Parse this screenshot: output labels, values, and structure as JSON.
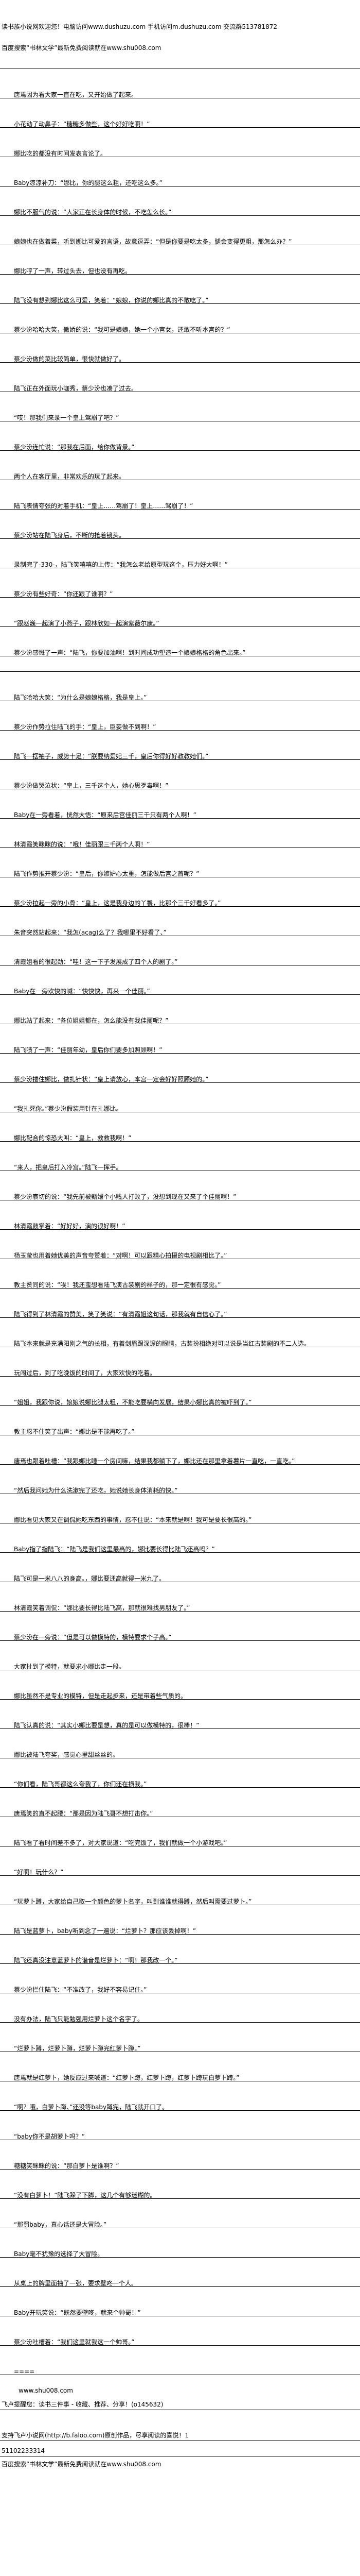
{
  "header": {
    "welcome": "读书族小说网欢迎您！电脑访问www.dushuzu.com 手机访问m.dushuzu.com 交流群513781872",
    "search_tip": "百度搜索“书林文学”最新免费阅读就在www.shu008.com"
  },
  "paragraphs": [
    "唐焉因为看大家一直在吃，又开始做了起来。",
    "小花动了动鼻子：“糖糖多做些，这个好好吃啊！”",
    "娜比吃的都没有时间发表言论了。",
    "Baby凉凉补刀：“娜比，你的腿这么粗，还吃这么多。”",
    "娜比不服气的说：“人家正在长身体的时候，不吃怎么长。”",
    "娘娘也在做着菜，听到娜比可爱的言语，故意逗弄：“但是你要是吃太多，腿会变得更粗，那怎么办？”",
    "娜比哼了一声，转过头去，但也没有再吃。",
    "陆飞没有想到娜比这么可爱，笑着：“娘娘，你说的娜比真的不敢吃了。”",
    "蔡少汾哈哈大笑，傲娇的说：“我可是娘娘，她一个小宫女，还敢不听本宫的？”",
    "蔡少汾做的菜比较简单，很快就做好了。",
    "陆飞正在外面玩小咖秀，蔡少汾也凑了过去。",
    "“哎！那我们来录一个皇上驾崩了吧？”",
    "蔡少汾连忙说：“那我在后面，给你做背景。”",
    "两个人在客厅里，非常欢乐的玩了起来。",
    "陆飞表情夸张的对着手机：“皇上……驾崩了！皇上……驾崩了！”",
    "蔡少汾站在陆飞身后，不断的抢着镜头。",
    "录制完了-330-，陆飞笑嘻嘻的上传：“我怎么老给原型玩这个，压力好大啊！”",
    "蔡少汾有些好奇：“你还跟了谁啊？”",
    "“跟赵巍一起演了小燕子，跟林欣如一起演紫薇尔康。”",
    "蔡少汾感慨了一声：“陆飞，你要加油啊！到时间成功塑造一个娘娘格格的角色出来。”",
    "陆飞哈哈大笑：“为什么是娘娘格格，我是皇上。”",
    "蔡少汾作势拉住陆飞的手：“皇上，臣妾做不到啊！”",
    "陆飞一摆袖子，威势十足：“朕要纳爱妃三千，皇后你得好好教教她们。”",
    "蔡少汾做哭泣状：“皇上，三千这个人，她心思歹毒啊！”",
    "Baby在一旁看着，恍然大悟：“原来后宫佳丽三千只有两个人啊！”",
    "林清霞笑眯眯的说：“哦！佳丽跟三千两个人啊！”",
    "陆飞作势推开蔡少汾：“皇后，你嫉妒心太重，怎能做后宫之首呢？”",
    "蔡少汾拉起一旁的小骨：“皇上，这是我身边的丫鬟，比那个三千好看多了。”",
    "朱音突然站起来：“我怎(acag)么了？我哪里不好看了、”",
    "清霞姐看的很起劲：“哇！这一下子发展成了四个人的剧了。”",
    "Baby在一旁欢快的喊：“快快快，再来一个佳丽。”",
    "娜比站了起来：“各位姐姐都在，怎么能没有我佳丽呢？”",
    "陆飞啧了一声：“佳丽年幼，皇后你们要多加照顾啊！”",
    "蔡少汾搂住娜比，做扎针状：“皇上请放心，本宫一定会好好照顾她的。”",
    "“我扎死你。”蔡少汾假装用针在扎娜比。",
    "娜比配合的惊恐大叫：“皇上，救救我啊！”",
    "“来人，把皇后打入冷宫。”陆飞一挥手。",
    "蔡少汾哀切的说：“我先前被甄嬛个小贱人打败了，没想到现在又来了个佳丽啊！”",
    "林清霞鼓掌着：“好好好，演的很好啊！”",
    "杨玉莹也用着她优美的声音夸赞着：“对啊！可以跟精心拍摄的电视剧相比了。”",
    "教主赞同的说：“唉！我还蛮想看陆飞演古装剧的样子的，那一定很有感觉。”",
    "陆飞得到了林清霞的赞美，笑了笑说：“有清霞姐这句话，那我就有自信心了。”",
    "陆飞本来就是充满阳刚之气的长相，有着剑眉跟深邃的眼睛，古装扮相绝对可以说是当红古装剧的不二人选。",
    "玩闹过后，到了吃晚饭的时间了，大家欢快的吃着。",
    "“姐姐，我跟你说，娘娘说娜比腿太粗，不能吃要横向发展，结果小娜比真的被吓到了。”",
    "教主忍不住笑了出声：“娜比是不能再吃了。”",
    "唐焉也跟着吐槽：“我跟娜比睡一个房间嘛，结果我都躺下了，娜比还在那里拿着薯片一直吃，一直吃。”",
    "“然后我问她为什么洗漱完了还吃，她说她长身体消耗的快。”",
    "娜比看见大家又在调侃她吃东西的事情，忍不住说：“本来就是啊！我可是要长很高的。”",
    "Baby指了指陆飞：“陆飞是我们这里最高的，娜比要长得比陆飞还高吗？”",
    "陆飞可是一米八八的身高。，娜比要还高就得一米九了。",
    "林清霞笑着调侃：“娜比要长得比陆飞高，那就很难找男朋友了。”",
    "蔡少汾在一旁说：“但是可以做模特的，模特要求个子高。”",
    "大家扯到了模特，就要求小娜比走一段。",
    "娜比虽然不是专业的模特，但是走起步来，还是带着些气质的。",
    "陆飞认真的说：“其实小娜比要是想，真的是可以做模特的，很棒！”",
    "娜比被陆飞夸奖，感觉心里甜丝丝的。",
    "“你们看，陆飞哥都这么夸我了，你们还在损我。”",
    "唐焉笑的直不起腰：“那是因为陆飞哥不想打击你。”",
    "陆飞看了看时间差不多了，对大家说道：“吃完饭了，我们就做一个小游戏吧。”",
    "“好啊！玩什么？”",
    "“玩萝卜蹲，大家给自己取一个颜色的萝卜名字，叫到谁谁就得蹲，然后叫需要过萝卜。”",
    "陆飞是蓝萝卜，baby听到念了一遍说：“烂萝卜？那应该丢掉啊！”",
    "陆飞还真没注意蓝萝卜的谐音是烂萝卜：“啊！那我改一个。”",
    "蔡少汾拦住陆飞：“不准改了，我好不容易记住。”",
    "没有办法，陆飞只能勉强用烂萝卜这个名字了。",
    "“烂萝卜蹲，烂萝卜蹲，烂萝卜蹲完红萝卜蹲。”",
    "唐焉就是红萝卜，她反应过来喊道：“红萝卜蹲，红萝卜蹲，红萝卜蹲玩白萝卜蹲。”",
    "“啊？哦，白萝卜蹲、”还没等baby蹲完，陆飞就开口了。",
    "“baby你不是胡萝卜吗？”",
    "糖糖笑眯眯的说：“那白萝卜是谁啊？”",
    "“没有白萝卜！”陆飞跺了下脚，这几个有够迷糊的。",
    "“那罚baby，真心话还是大冒险。”",
    "Baby毫不犹豫的选择了大冒险。",
    "从桌上的牌里面抽了一张，要求壁咚一个人。",
    "Baby开玩笑说：“既然要壁咚，就来个帅哥！”",
    "蔡少汾吐槽着：“我们这里就我这一个帅哥。”",
    "===="
  ],
  "footer": {
    "site": "www.shu008.com",
    "reminder": "飞卢提醒您：读书三件事 - 收藏、推荐、分享！(o145632)",
    "support": "支持飞卢小说网(http://b.faloo.com)原创作品，尽享阅读的喜悦！1",
    "code": "51102233314",
    "search_tip": "百度搜索“书林文学”最新免费阅读就在www.shu008.com"
  }
}
